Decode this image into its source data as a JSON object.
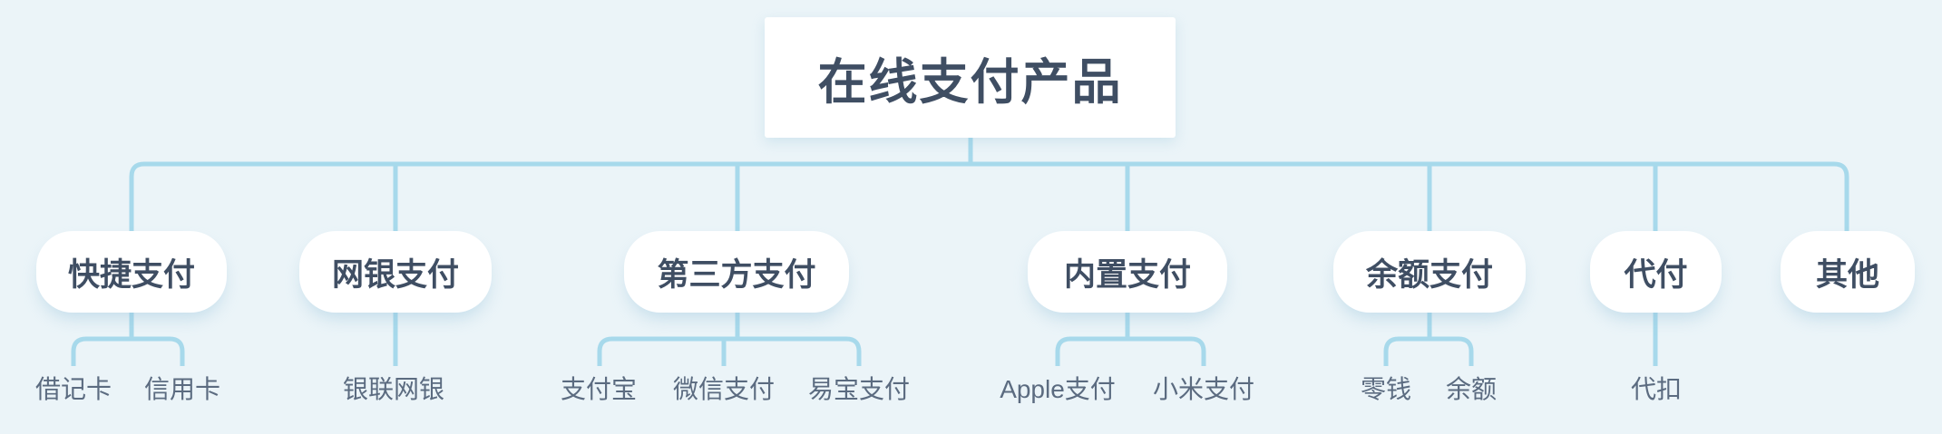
{
  "tree": {
    "root": "在线支付产品",
    "branches": [
      {
        "label": "快捷支付",
        "children": [
          "借记卡",
          "信用卡"
        ]
      },
      {
        "label": "网银支付",
        "children": [
          "银联网银"
        ]
      },
      {
        "label": "第三方支付",
        "children": [
          "支付宝",
          "微信支付",
          "易宝支付"
        ]
      },
      {
        "label": "内置支付",
        "children": [
          "Apple支付",
          "小米支付"
        ]
      },
      {
        "label": "余额支付",
        "children": [
          "零钱",
          "余额"
        ]
      },
      {
        "label": "代付",
        "children": [
          "代扣"
        ]
      },
      {
        "label": "其他",
        "children": []
      }
    ]
  },
  "colors": {
    "background": "#ebf4f8",
    "connector": "#a7d9eb",
    "node_fill": "#ffffff",
    "node_text": "#3f4e63",
    "leaf_text": "#5b6b80"
  }
}
